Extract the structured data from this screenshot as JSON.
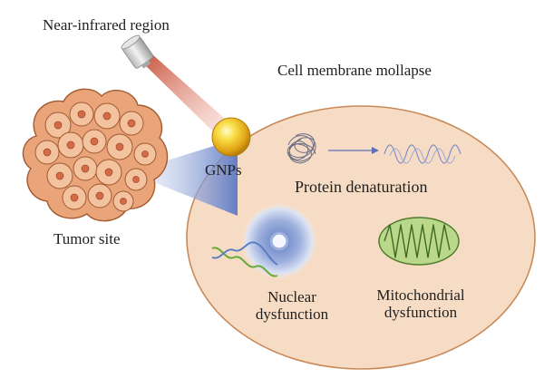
{
  "labels": {
    "near_infrared": "Near-infrared region",
    "cell_membrane": "Cell membrane mollapse",
    "gnps": "GNPs",
    "protein": "Protein denaturation",
    "tumor": "Tumor site",
    "nuclear_line1": "Nuclear",
    "nuclear_line2": "dysfunction",
    "mito_line1": "Mitochondrial",
    "mito_line2": "dysfunction"
  },
  "colors": {
    "cell_fill": "#f7dcc5",
    "cell_stroke": "#c98a5a",
    "tumor_fill": "#e9a47a",
    "tumor_stroke": "#a25a30",
    "nucleus_fill": "#d98461",
    "laser_beam": "#d9725d",
    "gnp_gold": "#f2c21f",
    "cone_blue": "#7f9bd3",
    "mito_fill": "#b9d88a",
    "mito_stroke": "#4f7a2b",
    "dna_green": "#6aaa3a",
    "dna_blue": "#5a7fc0",
    "protein_wave": "#7b8fc8",
    "arrow": "#5d6fb8"
  },
  "icons": [
    "laser-device-icon",
    "laser-beam-icon",
    "gold-nanoparticle-icon",
    "tumor-cluster-icon",
    "tangled-protein-icon",
    "denatured-protein-wave-icon",
    "nucleus-halo-icon",
    "dna-strand-icon",
    "mitochondrion-icon"
  ]
}
